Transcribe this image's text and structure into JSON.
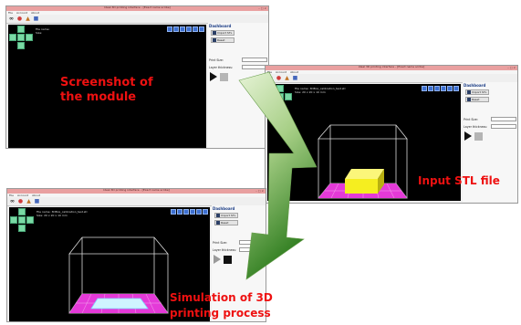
{
  "window_title": "Ideal 3D printing interface - [Exact name scribe]",
  "window_title_right": "Ideal 3D printing interface - [Exact name scribe]",
  "window_title_bottom": "Ideal 3D printing interface - [Exact name scribe]",
  "window_controls": "– □ ×",
  "menu": [
    "File",
    "Account",
    "About"
  ],
  "toolbar_icons": [
    "link-icon",
    "stop-icon",
    "fox-icon",
    "cube-icon"
  ],
  "panel": {
    "heading": "Dashboard",
    "import_label": "Import STL",
    "reset_label": "Reset",
    "print_size_label": "Print Size:",
    "layer_thickness_label": "Layer thickness:"
  },
  "model_info": {
    "top": [
      "File name:",
      "Size:"
    ],
    "right": [
      "File name: 3DBox_calibration_test.stl",
      "Size: 20 x 20 x 10 mm"
    ],
    "bottom": [
      "File name: 3DBox_calibration_test.stl",
      "Size: 20 x 20 x 10 mm"
    ]
  },
  "annotations": {
    "screenshot_line1": "Screenshot of",
    "screenshot_line2": "the module",
    "input_stl": "Input STL file",
    "simulation_line1": "Simulation of 3D",
    "simulation_line2": "printing process"
  },
  "colors": {
    "title_bar": "#e9a0a0",
    "viewport_bg": "#000000",
    "build_plate": "#e43ad8",
    "model_block": "#f5ee20",
    "deposited_layer": "#cff4ff",
    "annotation_text": "#ee1111",
    "arrow_light": "#e6f3d6",
    "arrow_dark": "#2f7d1f"
  }
}
